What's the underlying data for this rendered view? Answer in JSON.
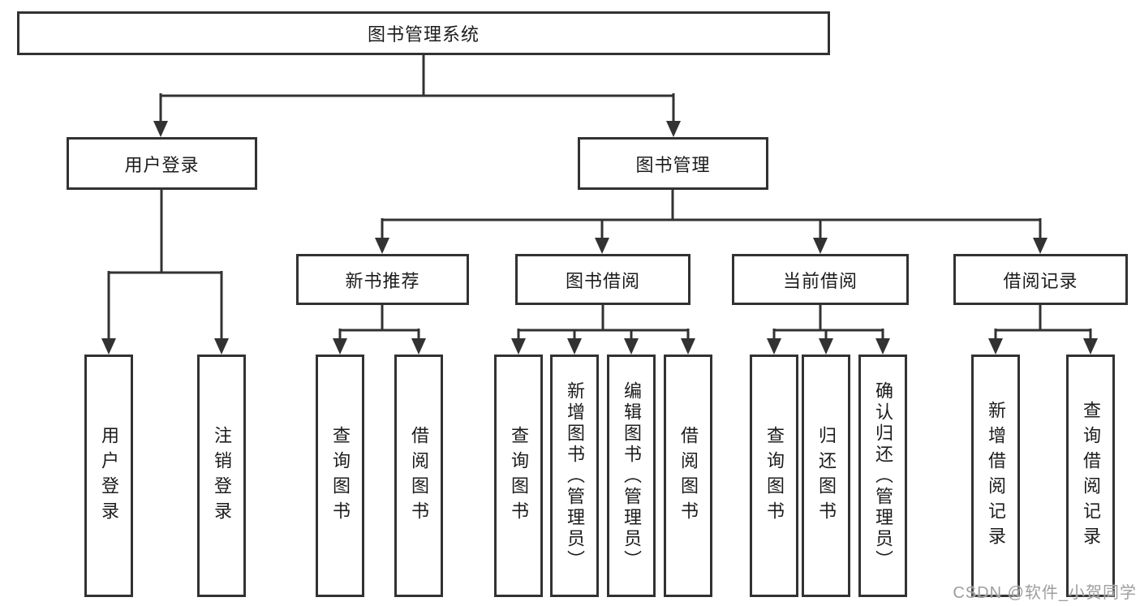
{
  "diagram_title": "图书管理系统",
  "tree": {
    "label": "图书管理系统",
    "children": [
      {
        "label": "用户登录",
        "children": [
          {
            "label": "用户登录"
          },
          {
            "label": "注销登录"
          }
        ]
      },
      {
        "label": "图书管理",
        "children": [
          {
            "label": "新书推荐",
            "children": [
              {
                "label": "查询图书"
              },
              {
                "label": "借阅图书"
              }
            ]
          },
          {
            "label": "图书借阅",
            "children": [
              {
                "label": "查询图书"
              },
              {
                "label": "新增图书（管理员）"
              },
              {
                "label": "编辑图书（管理员）"
              },
              {
                "label": "借阅图书"
              }
            ]
          },
          {
            "label": "当前借阅",
            "children": [
              {
                "label": "查询图书"
              },
              {
                "label": "归还图书"
              },
              {
                "label": "确认归还（管理员）"
              }
            ]
          },
          {
            "label": "借阅记录",
            "children": [
              {
                "label": "新增借阅记录"
              },
              {
                "label": "查询借阅记录"
              }
            ]
          }
        ]
      }
    ]
  },
  "watermark": {
    "text": "CSDN @软件_小贺同学"
  },
  "colors": {
    "line": "#323232",
    "border": "#323232",
    "text": "#1c1c1c",
    "background": "#ffffff",
    "watermark": "#9e9e9e"
  }
}
